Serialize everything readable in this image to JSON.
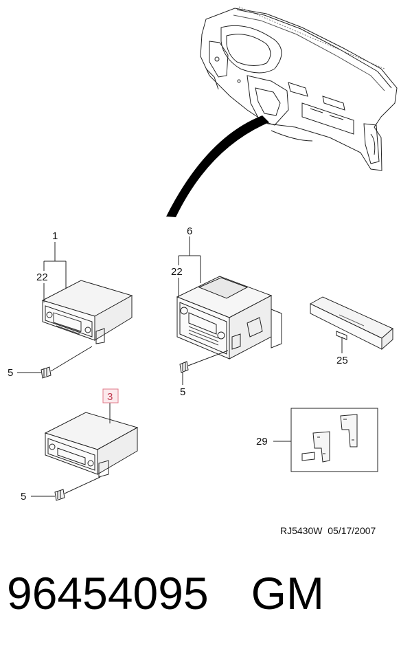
{
  "callouts": {
    "c1": "1",
    "c22a": "22",
    "c6": "6",
    "c22b": "22",
    "c25": "25",
    "c5a": "5",
    "c5b": "5",
    "c3": "3",
    "c29": "29",
    "c5c": "5"
  },
  "highlight_color": "#e07a8a",
  "ref_code": "RJ5430W  05/17/2007",
  "footer": {
    "part_number": "96454095",
    "brand": "GM"
  }
}
